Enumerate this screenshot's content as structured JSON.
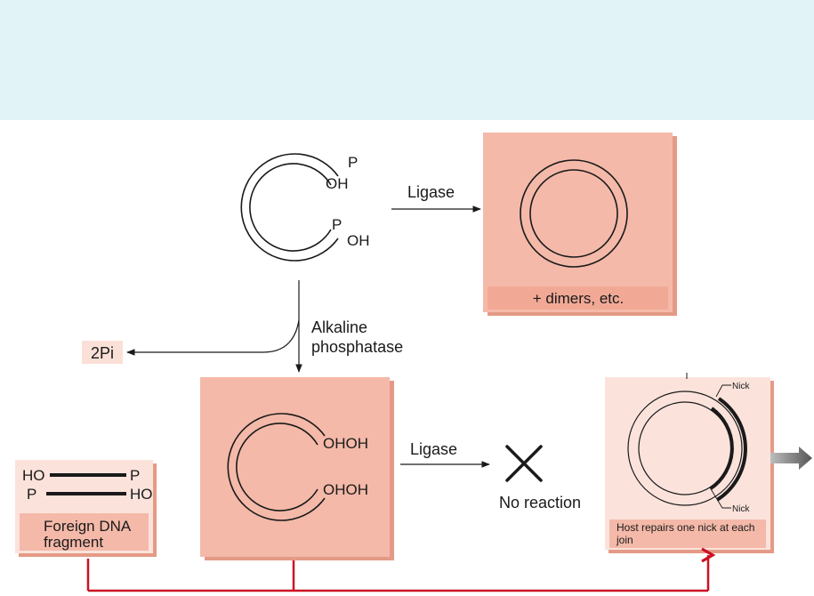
{
  "plasmid_top": {
    "end_upper_p": "P",
    "end_upper_oh": "OH",
    "end_lower_p": "P",
    "end_lower_oh": "OH"
  },
  "ligase_top": {
    "label": "Ligase"
  },
  "circle_box": {
    "caption": "+ dimers, etc."
  },
  "phosphatase": {
    "label_line1": "Alkaline",
    "label_line2": "phosphatase"
  },
  "released": {
    "label": "2Pi"
  },
  "dephos_plasmid": {
    "upper_ends": "OHOH",
    "lower_ends": "OHOH"
  },
  "ligase_bottom": {
    "label": "Ligase"
  },
  "no_reaction": {
    "symbol": "✕",
    "label": "No reaction"
  },
  "foreign_dna": {
    "top_left": "HO",
    "top_right": "P",
    "bottom_left": "P",
    "bottom_right": "HO",
    "caption_line1": "Foreign DNA",
    "caption_line2": "fragment"
  },
  "recombinant": {
    "nick_top": "Nick",
    "nick_bottom": "Nick",
    "caption_line1": "Host repairs one nick at each",
    "caption_line2": "join"
  },
  "colors": {
    "banner": "#e2f3f7",
    "box_fill": "#f4b9a9",
    "box_light": "#fbe0d8",
    "connector": "#cc1122"
  }
}
